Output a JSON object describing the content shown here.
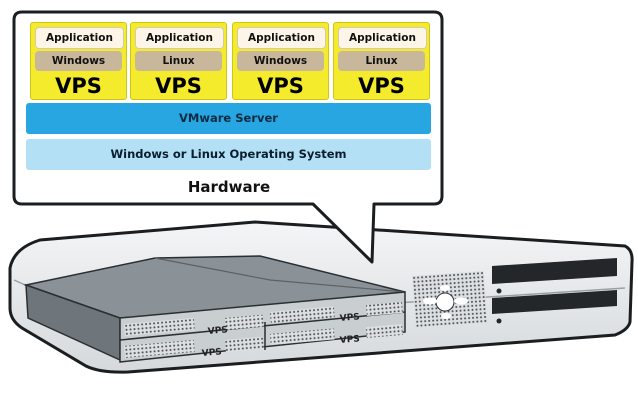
{
  "vps_cards": [
    {
      "app": "Application",
      "os": "Windows",
      "label": "VPS"
    },
    {
      "app": "Application",
      "os": "Linux",
      "label": "VPS"
    },
    {
      "app": "Application",
      "os": "Windows",
      "label": "VPS"
    },
    {
      "app": "Application",
      "os": "Linux",
      "label": "VPS"
    }
  ],
  "virtualization_layer": "VMware Server",
  "host_os_layer": "Windows or Linux Operating System",
  "hardware_label": "Hardware",
  "server_bay_labels": [
    "VPS",
    "VPS",
    "VPS",
    "VPS"
  ],
  "colors": {
    "card": "#f3eb2c",
    "app_box": "#fdf5e7",
    "os_box": "#c8b79a",
    "vmware": "#27a6e1",
    "host_os": "#b4e0f6",
    "server_body": "#dfe2e4",
    "bay_top": "#8a9297"
  }
}
